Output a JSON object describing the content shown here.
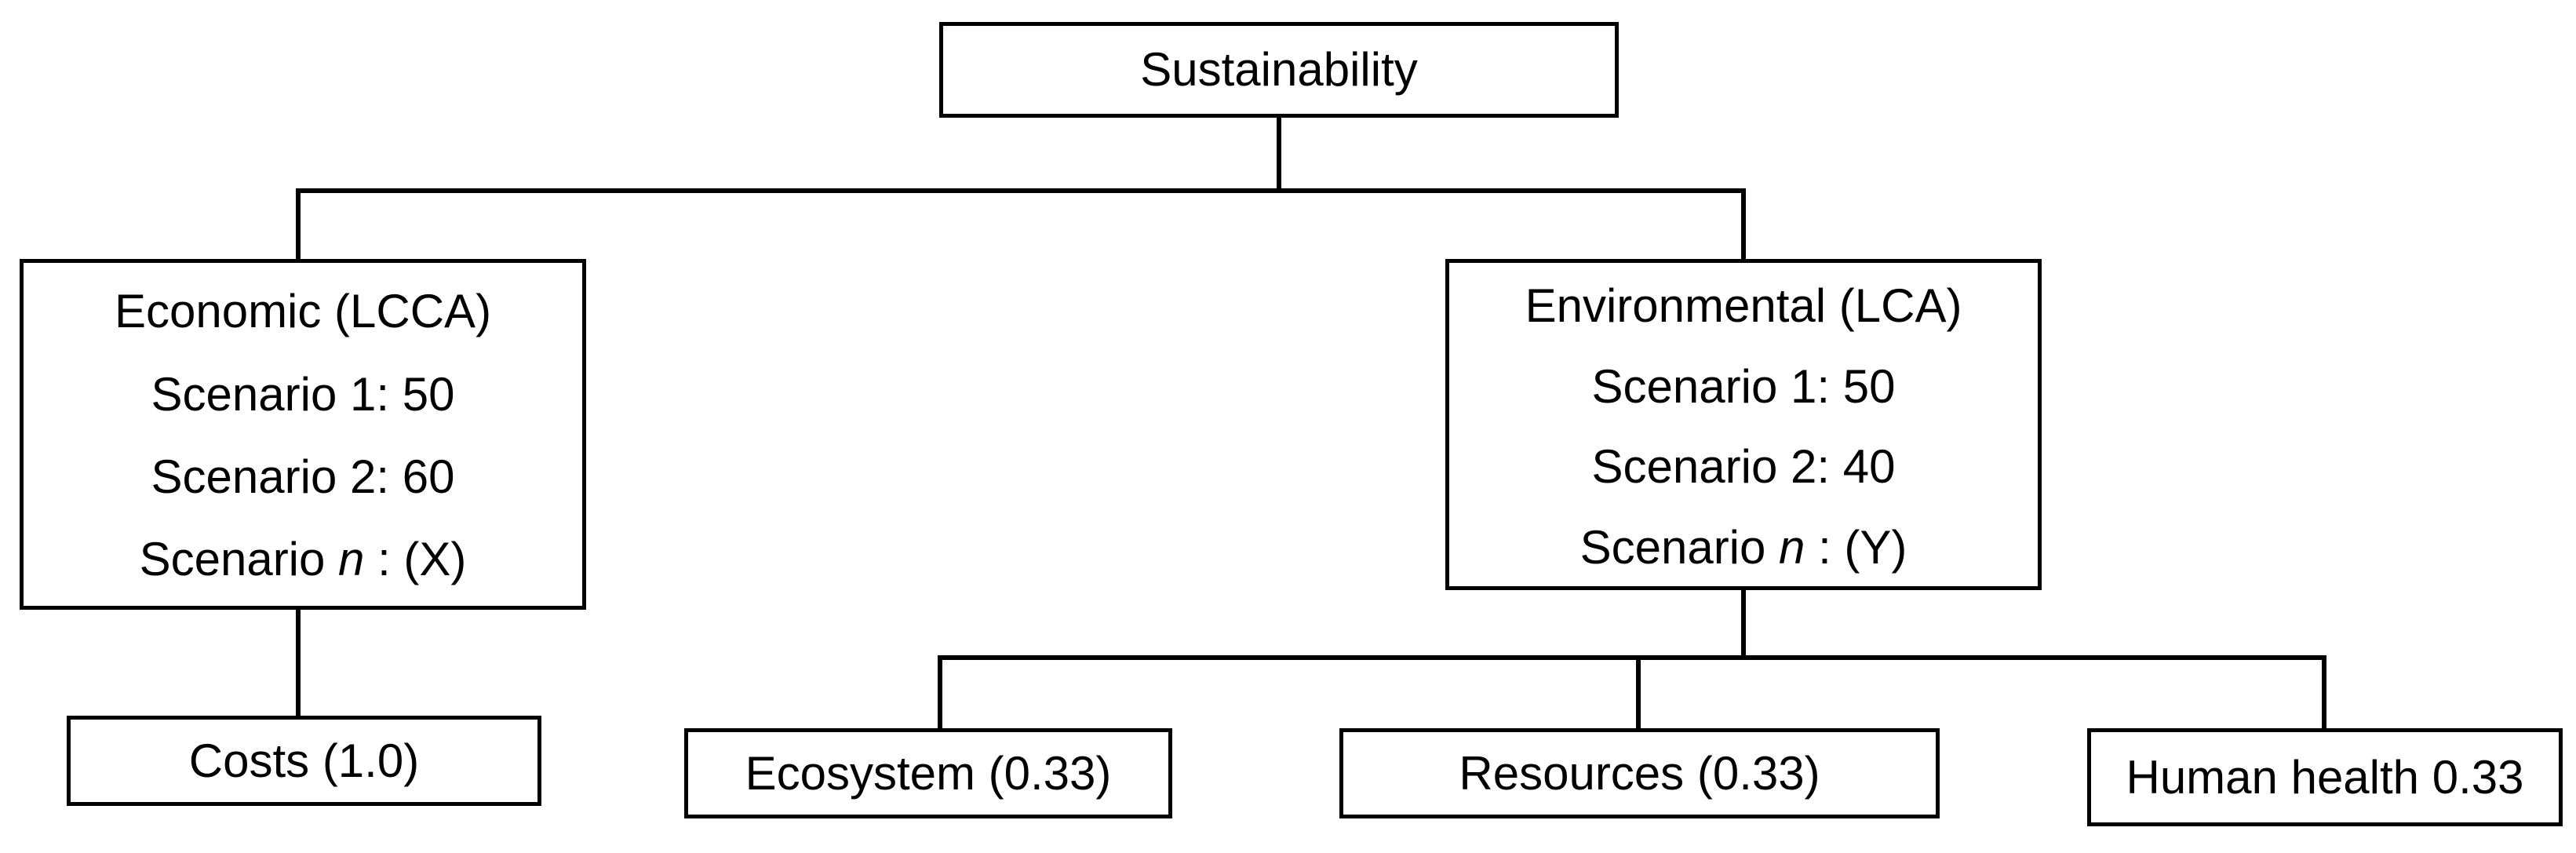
{
  "diagram": {
    "root": {
      "label": "Sustainability"
    },
    "economic": {
      "title": "Economic (LCCA)",
      "scenarios": [
        {
          "label": "Scenario 1: 50"
        },
        {
          "label": "Scenario 2: 60"
        },
        {
          "prefix": "Scenario ",
          "italic": "n",
          "suffix": " : (X)"
        }
      ],
      "children": [
        {
          "label": "Costs (1.0)"
        }
      ]
    },
    "environmental": {
      "title": "Environmental (LCA)",
      "scenarios": [
        {
          "label": "Scenario 1: 50"
        },
        {
          "label": "Scenario 2: 40"
        },
        {
          "prefix": "Scenario ",
          "italic": "n",
          "suffix": " : (Y)"
        }
      ],
      "children": [
        {
          "label": "Ecosystem (0.33)"
        },
        {
          "label": "Resources (0.33)"
        },
        {
          "label": "Human health 0.33"
        }
      ]
    }
  },
  "colors": {
    "stroke": "#000000",
    "background": "#ffffff"
  }
}
